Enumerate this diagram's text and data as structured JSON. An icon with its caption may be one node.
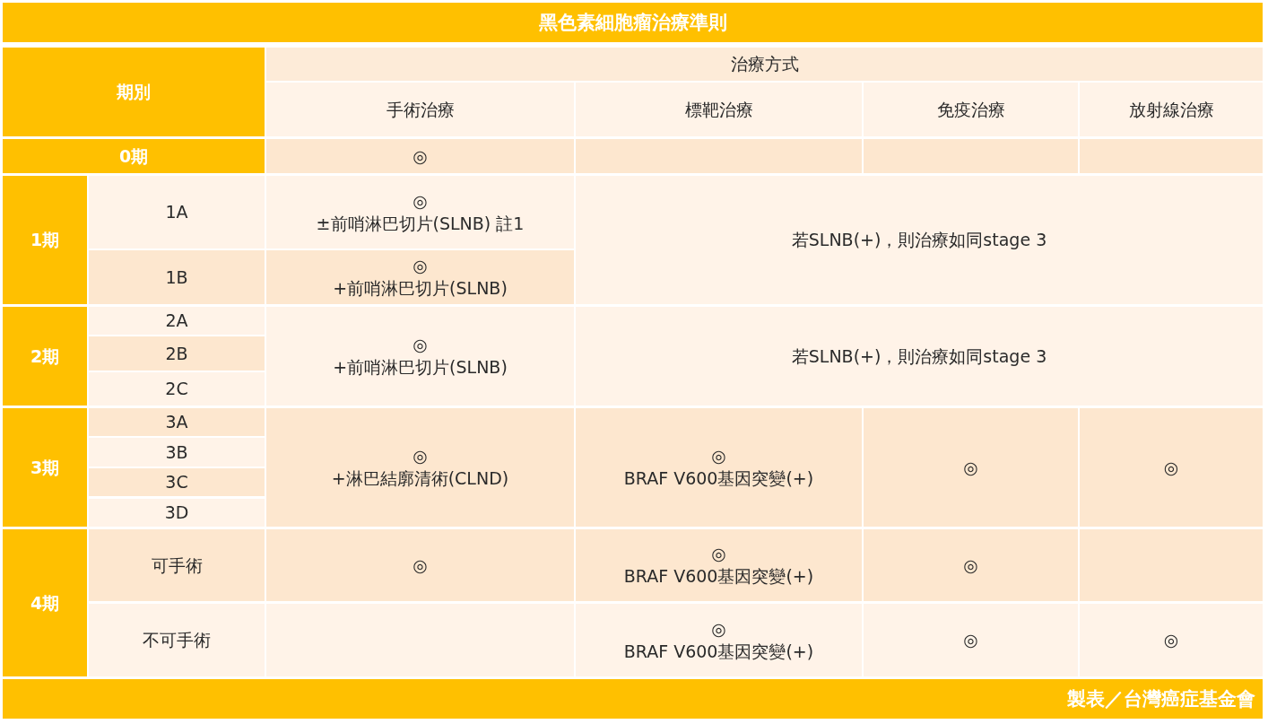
{
  "diagram": {
    "title": "黑色素細胞瘤治療準則",
    "caption": "製表／台灣癌症基金會",
    "labels": [
      "期別",
      "治療方式",
      "手術治療",
      "標靶治療",
      "免疫治療",
      "放射線治療",
      "0期",
      "◎",
      "1期",
      "1A",
      "◎",
      "±前哨淋巴切片(SLNB) 註1",
      "若SLNB(+)，則治療如同stage 3",
      "1B",
      "◎",
      "+前哨淋巴切片(SLNB)",
      "2期",
      "2A",
      "◎",
      "+前哨淋巴切片(SLNB)",
      "若SLNB(+)，則治療如同stage 3",
      "2B",
      "2C",
      "3期",
      "3A",
      "◎",
      "+淋巴結廓清術(CLND)",
      "◎",
      "BRAF V600基因突變(+)",
      "◎",
      "◎",
      "3B",
      "3C",
      "3D",
      "4期",
      "可手術",
      "◎",
      "◎",
      "BRAF V600基因突變(+)",
      "◎",
      "不可手術",
      "◎",
      "BRAF V600基因突變(+)",
      "◎",
      "◎"
    ]
  }
}
